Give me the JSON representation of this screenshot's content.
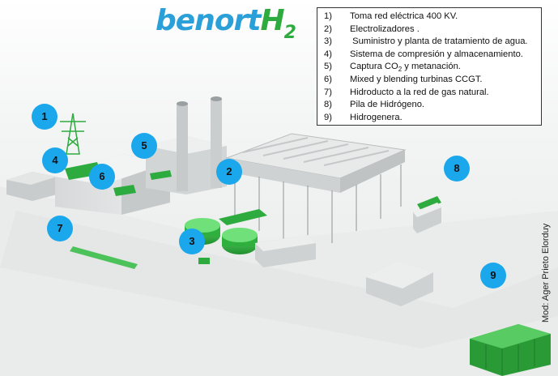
{
  "logo": {
    "word": "benort",
    "h": "H",
    "subscript": "2"
  },
  "legend": [
    {
      "num": "1)",
      "text": "Toma red eléctrica 400 KV."
    },
    {
      "num": "2)",
      "text": "Electrolizadores ."
    },
    {
      "num": "3)",
      "text": " Suministro y planta de tratamiento de agua."
    },
    {
      "num": "4)",
      "text": "Sistema de compresión y almacenamiento."
    },
    {
      "num": "5)",
      "text_before": "Captura CO",
      "subscript": "2",
      "text_after": " y metanación."
    },
    {
      "num": "6)",
      "text": "Mixed y blending turbinas CCGT."
    },
    {
      "num": "7)",
      "text": "Hidroducto a la red de gas natural."
    },
    {
      "num": "8)",
      "text": "Pila de Hidrógeno."
    },
    {
      "num": "9)",
      "text": "Hidrogenera."
    }
  ],
  "callouts": [
    "1",
    "2",
    "3",
    "4",
    "5",
    "6",
    "7",
    "8",
    "9"
  ],
  "credit": "Mod: Ager Prieto Elorduy",
  "colors": {
    "callout": "#1aa7ec",
    "equipment_green": "#2eab3e",
    "logo_blue": "#2a9fd8"
  }
}
